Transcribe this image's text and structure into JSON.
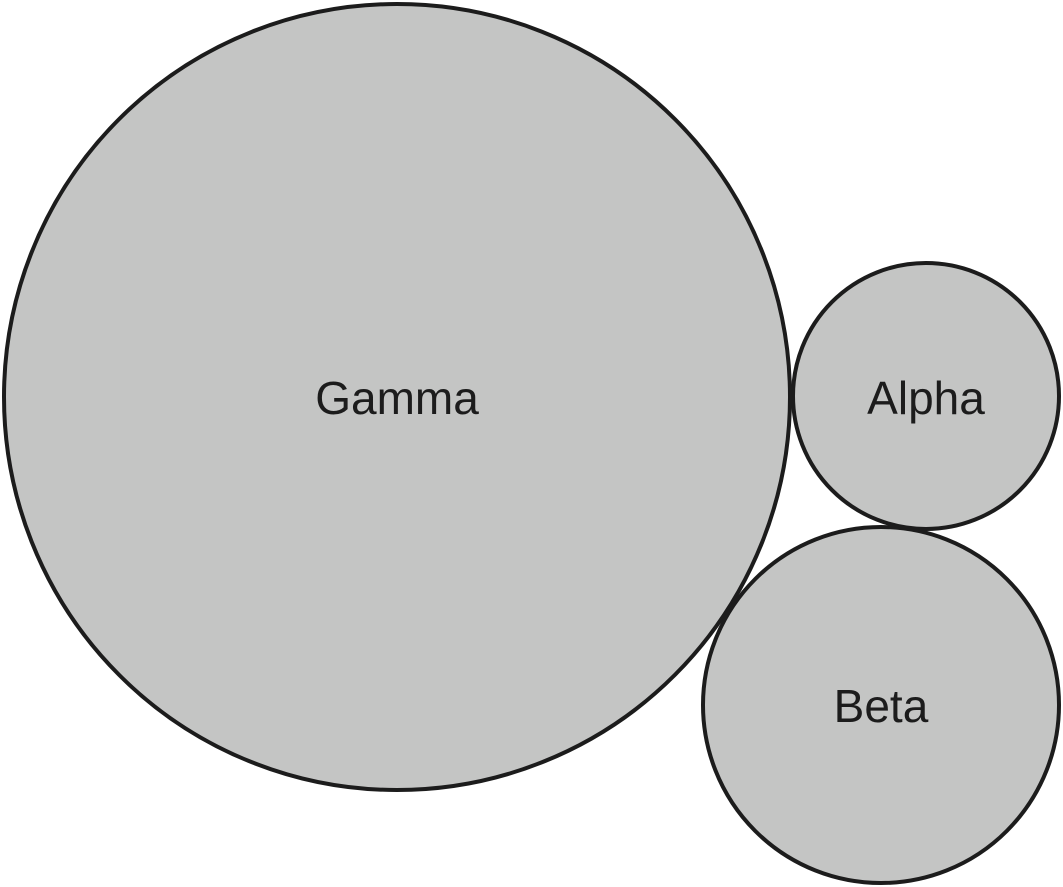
{
  "diagram": {
    "fill_color": "#c4c5c4",
    "stroke_color": "#1c1c1c",
    "text_color": "#1c1c1c",
    "bubbles": [
      {
        "label": "Gamma"
      },
      {
        "label": "Alpha"
      },
      {
        "label": "Beta"
      }
    ]
  }
}
